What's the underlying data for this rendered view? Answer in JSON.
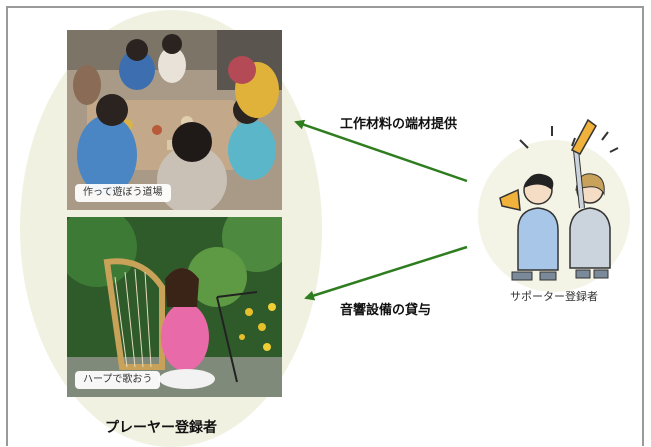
{
  "photo_workshop": {
    "caption": "作って遊ぼう道場"
  },
  "photo_harp": {
    "caption": "ハープで歌おう"
  },
  "player_group": {
    "label": "プレーヤー登録者"
  },
  "supporter_group": {
    "label": "サポーター登録者"
  },
  "flows": {
    "materials": "工作材料の端材提供",
    "sound": "音響設備の貸与"
  },
  "colors": {
    "arrow": "#2e7d1f",
    "player_bg": "#f1f1e1",
    "supporter_bg": "#f3f3e6",
    "frame_border": "#9a9a9a"
  }
}
